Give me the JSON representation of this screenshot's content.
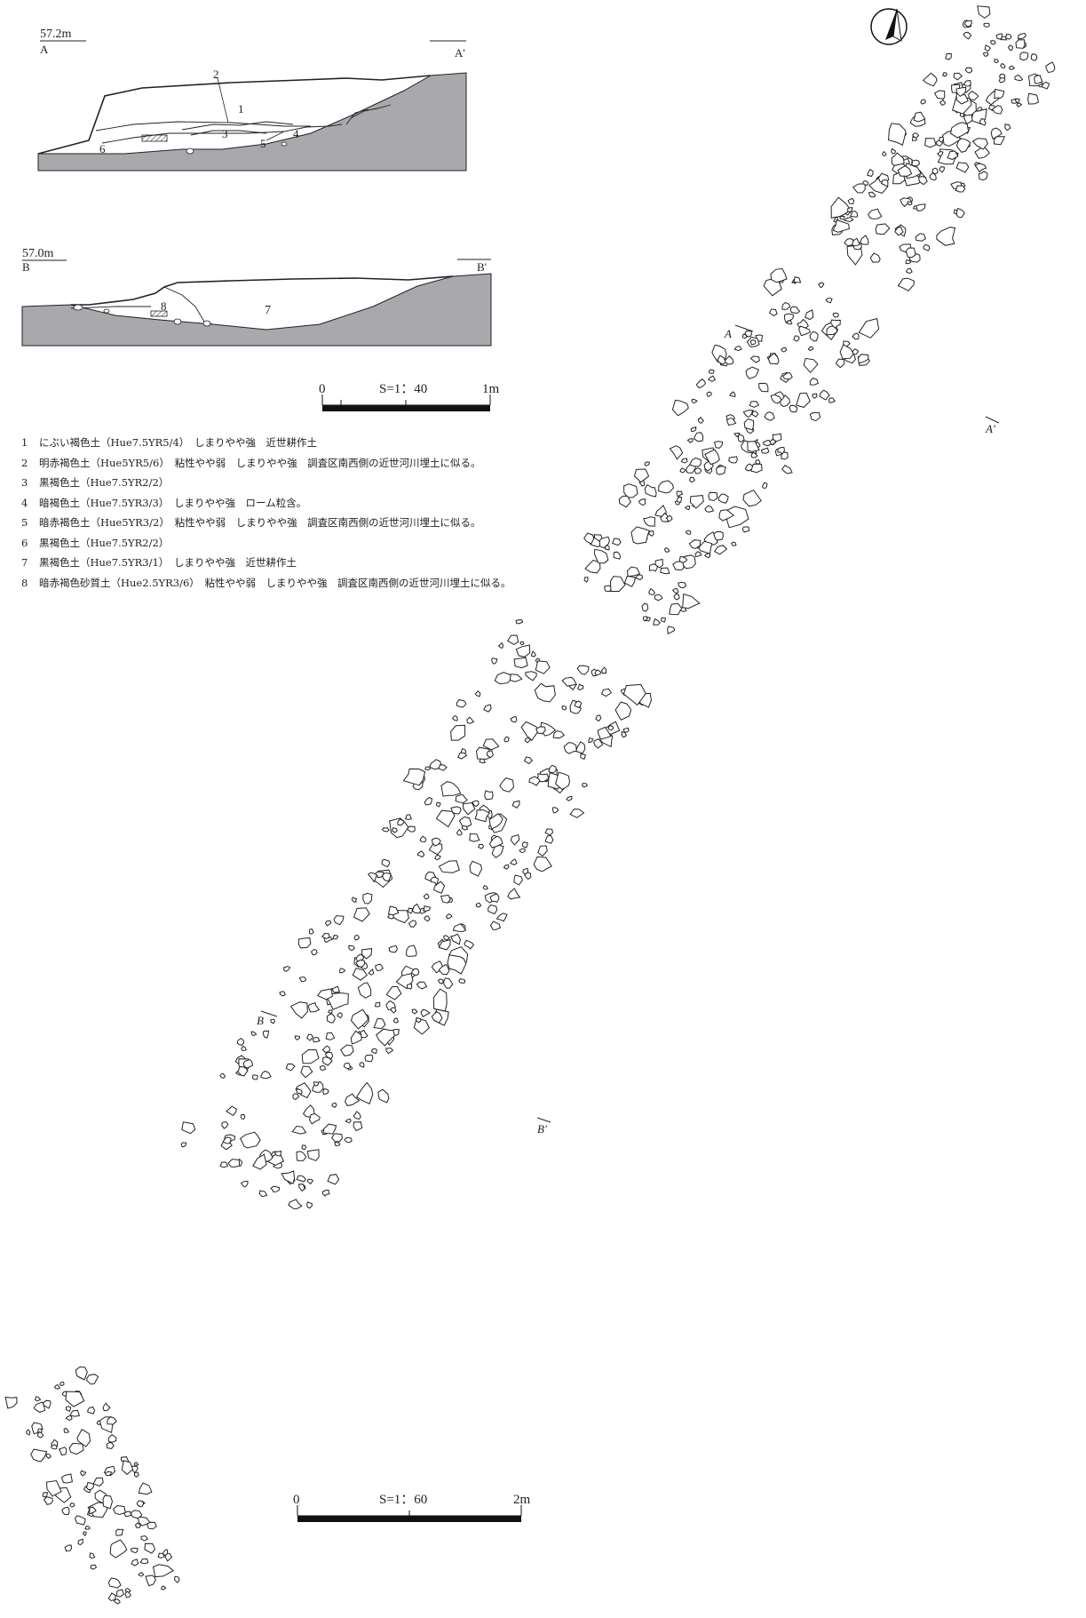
{
  "section_a": {
    "elevation": "57.2m",
    "start_label": "A",
    "end_label": "A'",
    "layer_numbers": [
      "1",
      "2",
      "3",
      "4",
      "5",
      "6"
    ]
  },
  "section_b": {
    "elevation": "57.0m",
    "start_label": "B",
    "end_label": "B'",
    "layer_numbers": [
      "7",
      "8"
    ]
  },
  "section_scale": {
    "zero": "0",
    "label": "S=1：40",
    "max": "1m"
  },
  "plan_scale": {
    "zero": "0",
    "label": "S=1：60",
    "max": "2m"
  },
  "plan_markers": {
    "a": "A",
    "a_prime": "A'",
    "b": "B",
    "b_prime": "B'"
  },
  "north_arrow": "north-arrow-icon",
  "legend": [
    {
      "no": "1",
      "text": "にぶい褐色土（Hue7.5YR5/4）　しまりやや強　近世耕作土"
    },
    {
      "no": "2",
      "text": "明赤褐色土（Hue5YR5/6）　粘性やや弱　しまりやや強　調査区南西側の近世河川埋土に似る。"
    },
    {
      "no": "3",
      "text": "黒褐色土（Hue7.5YR2/2）"
    },
    {
      "no": "4",
      "text": "暗褐色土（Hue7.5YR3/3）　しまりやや強　ローム粒含。"
    },
    {
      "no": "5",
      "text": "暗赤褐色土（Hue5YR3/2）　粘性やや弱　しまりやや強　調査区南西側の近世河川埋土に似る。"
    },
    {
      "no": "6",
      "text": "黒褐色土（Hue7.5YR2/2）"
    },
    {
      "no": "7",
      "text": "黒褐色土（Hue7.5YR3/1）　しまりやや強　近世耕作土"
    },
    {
      "no": "8",
      "text": "暗赤褐色砂質土（Hue2.5YR3/6）　粘性やや弱　しまりやや強　調査区南西側の近世河川埋土に似る。"
    }
  ]
}
